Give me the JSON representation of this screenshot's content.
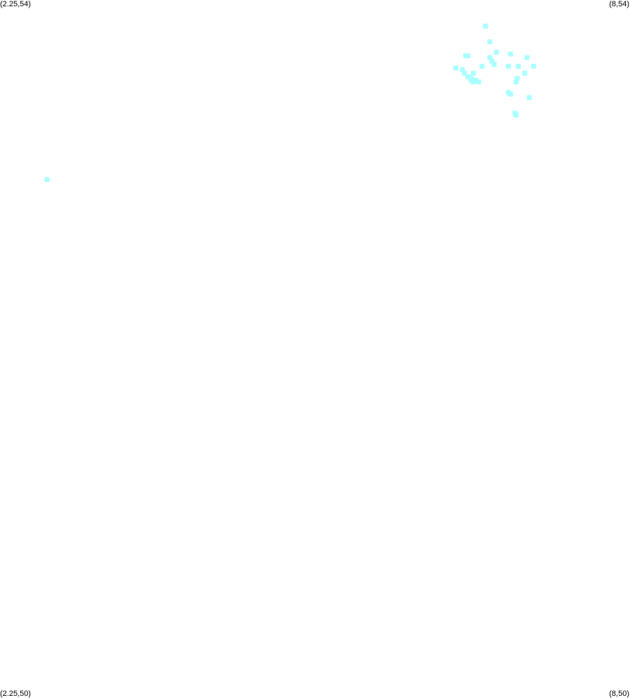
{
  "corner_labels": {
    "top_left": "(2.25,54)",
    "top_right": "(8,54)",
    "bottom_left": "(2.25,50)",
    "bottom_right": "(8,50)"
  },
  "chart_data": {
    "type": "scatter",
    "title": "",
    "xlabel": "",
    "ylabel": "",
    "xlim": [
      2.25,
      8
    ],
    "ylim": [
      50,
      54
    ],
    "grid": false,
    "legend": "none",
    "marker": "square",
    "series": [
      {
        "color": "#aaffff",
        "points": [
          [
            6.68,
            53.85
          ],
          [
            6.72,
            53.76
          ],
          [
            6.78,
            53.7
          ],
          [
            6.91,
            53.69
          ],
          [
            6.5,
            53.68
          ],
          [
            6.52,
            53.68
          ],
          [
            6.72,
            53.67
          ],
          [
            7.06,
            53.67
          ],
          [
            6.74,
            53.65
          ],
          [
            6.76,
            53.63
          ],
          [
            6.65,
            53.62
          ],
          [
            6.89,
            53.62
          ],
          [
            7.12,
            53.62
          ],
          [
            6.98,
            53.62
          ],
          [
            6.41,
            53.61
          ],
          [
            6.47,
            53.6
          ],
          [
            6.49,
            53.58
          ],
          [
            6.57,
            53.58
          ],
          [
            7.04,
            53.58
          ],
          [
            6.52,
            53.56
          ],
          [
            6.55,
            53.55
          ],
          [
            6.59,
            53.54
          ],
          [
            6.62,
            53.53
          ],
          [
            6.97,
            53.55
          ],
          [
            6.96,
            53.53
          ],
          [
            6.55,
            53.54
          ],
          [
            6.57,
            53.53
          ],
          [
            6.89,
            53.47
          ],
          [
            6.91,
            53.46
          ],
          [
            7.08,
            53.44
          ],
          [
            6.95,
            53.35
          ],
          [
            6.96,
            53.34
          ],
          [
            2.68,
            52.97
          ]
        ]
      }
    ]
  }
}
